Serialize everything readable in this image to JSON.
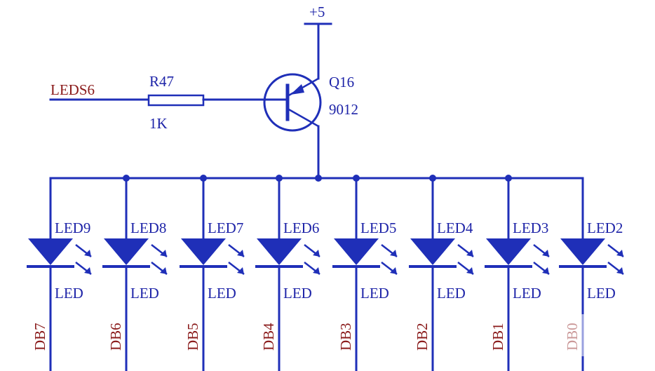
{
  "colors": {
    "wire": "#1f2fb8",
    "component_text": "#1e24a8",
    "net_label": "#8a1a1a",
    "background": "#ffffff"
  },
  "power": {
    "label": "+5"
  },
  "input_net": {
    "label": "LEDS6"
  },
  "resistor": {
    "ref": "R47",
    "value": "1K"
  },
  "transistor": {
    "ref": "Q16",
    "part": "9012"
  },
  "leds": [
    {
      "ref": "LED9",
      "value": "LED",
      "net": "DB7"
    },
    {
      "ref": "LED8",
      "value": "LED",
      "net": "DB6"
    },
    {
      "ref": "LED7",
      "value": "LED",
      "net": "DB5"
    },
    {
      "ref": "LED6",
      "value": "LED",
      "net": "DB4"
    },
    {
      "ref": "LED5",
      "value": "LED",
      "net": "DB3"
    },
    {
      "ref": "LED4",
      "value": "LED",
      "net": "DB2"
    },
    {
      "ref": "LED3",
      "value": "LED",
      "net": "DB1"
    },
    {
      "ref": "LED2",
      "value": "LED",
      "net": "DB0"
    }
  ]
}
